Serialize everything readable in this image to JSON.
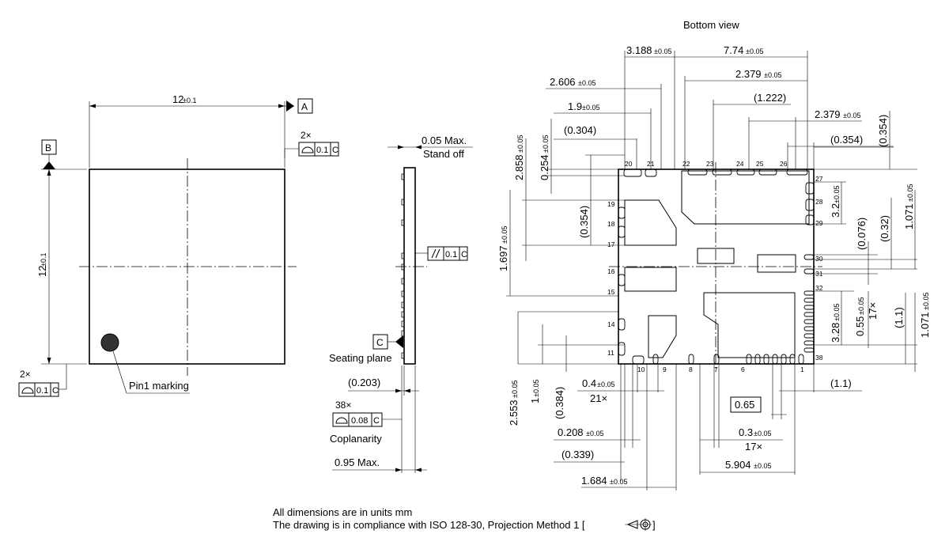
{
  "top_view": {
    "width_dim": "12",
    "width_tol": "±0.1",
    "height_dim": "12",
    "height_tol": "±0.1",
    "datum_a": "A",
    "datum_b": "B",
    "count_right": "2×",
    "count_left": "2×",
    "tol_value": "0.1",
    "tol_datum": "C",
    "pin1_label": "Pin1 marking"
  },
  "side_view": {
    "standoff_max": "0.05 Max.",
    "standoff_label": "Stand off",
    "parallel_value": "0.1",
    "parallel_datum": "C",
    "datum_c": "C",
    "seating_plane": "Seating plane",
    "dim_0203": "(0.203)",
    "coplanarity_count": "38×",
    "coplanarity_value": "0.08",
    "coplanarity_datum": "C",
    "coplanarity_label": "Coplanarity",
    "height_max": "0.95 Max."
  },
  "bottom_view": {
    "title": "Bottom view",
    "top_dims": [
      {
        "text": "3.188",
        "tol": "±0.05"
      },
      {
        "text": "7.74",
        "tol": "±0.05"
      },
      {
        "text": "2.606",
        "tol": "±0.05"
      },
      {
        "text": "2.379",
        "tol": "±0.05"
      },
      {
        "text": "1.9",
        "tol": "±0.05"
      },
      {
        "text": "(1.222)",
        "tol": ""
      },
      {
        "text": "2.379",
        "tol": "±0.05"
      },
      {
        "text": "(0.304)",
        "tol": ""
      },
      {
        "text": "(0.354)",
        "tol": ""
      }
    ],
    "left_dims": [
      {
        "text": "0.254",
        "tol": "±0.05"
      },
      {
        "text": "2.858",
        "tol": "±0.05"
      },
      {
        "text": "(0.354)",
        "tol": ""
      },
      {
        "text": "1.697",
        "tol": "±0.05"
      },
      {
        "text": "2.553",
        "tol": "±0.05"
      },
      {
        "text": "1",
        "tol": "±0.05"
      },
      {
        "text": "(0.384)",
        "tol": ""
      }
    ],
    "right_dims": [
      {
        "text": "(0.354)",
        "tol": ""
      },
      {
        "text": "3.2",
        "tol": "±0.05"
      },
      {
        "text": "(0.076)",
        "tol": ""
      },
      {
        "text": "(0.32)",
        "tol": ""
      },
      {
        "text": "1.071",
        "tol": "±0.05"
      },
      {
        "text": "3.28",
        "tol": "±0.05"
      },
      {
        "text": "0.55",
        "tol": "±0.05"
      },
      {
        "text": "17×",
        "tol": ""
      },
      {
        "text": "(1.1)",
        "tol": ""
      },
      {
        "text": "1.071",
        "tol": "±0.05"
      }
    ],
    "bottom_dims": [
      {
        "text": "0.4",
        "tol": "±0.05"
      },
      {
        "text": "21×",
        "tol": ""
      },
      {
        "text": "(1.1)",
        "tol": ""
      },
      {
        "text": "0.65",
        "tol": ""
      },
      {
        "text": "0.208",
        "tol": "±0.05"
      },
      {
        "text": "0.3",
        "tol": "±0.05"
      },
      {
        "text": "17×",
        "tol": ""
      },
      {
        "text": "(0.339)",
        "tol": ""
      },
      {
        "text": "5.904",
        "tol": "±0.05"
      },
      {
        "text": "1.684",
        "tol": "±0.05"
      }
    ],
    "pin_numbers_top": [
      "20",
      "21",
      "22",
      "23",
      "24",
      "25",
      "26"
    ],
    "pin_numbers_right": [
      "27",
      "28",
      "29",
      "30",
      "31",
      "32",
      "38"
    ],
    "pin_numbers_left": [
      "19",
      "18",
      "17",
      "16",
      "15",
      "14",
      "11"
    ],
    "pin_numbers_bottom": [
      "10",
      "9",
      "8",
      "7",
      "6",
      "1"
    ]
  },
  "footer": {
    "line1": "All dimensions are in units mm",
    "line2": "The drawing is in compliance with ISO 128-30, Projection Method 1 ["
  }
}
